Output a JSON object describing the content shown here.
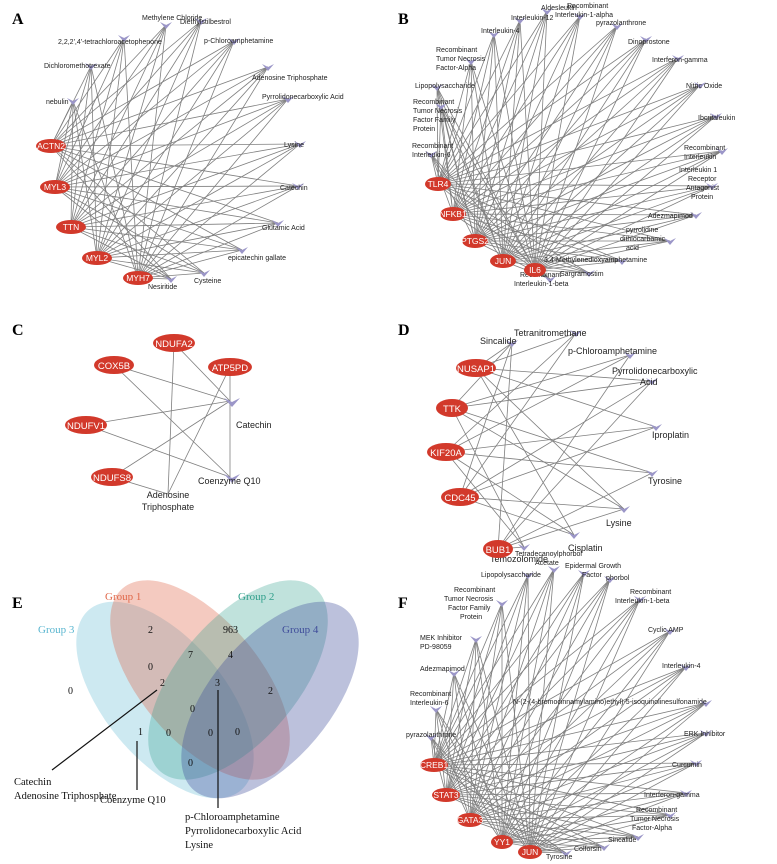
{
  "panels": {
    "A": {
      "letter": "A",
      "genes": [
        "ACTN2",
        "MYL3",
        "TTN",
        "MYL2",
        "MYH7"
      ],
      "drugs": [
        "nebulin",
        "Dichloromethotrexate",
        "2,2,2',4'-tetrachloroacetophenone",
        "Methylene Chloride",
        "Diethylstilbestrol",
        "p-Chloroamphetamine",
        "Adenosine Triphosphate",
        "Pyrrolidonecarboxylic Acid",
        "Lysine",
        "Catechin",
        "Glutamic Acid",
        "epicatechin gallate",
        "Cysteine",
        "Nesiritide"
      ]
    },
    "B": {
      "letter": "B",
      "genes": [
        "TLR4",
        "NFKB1",
        "PTGS2",
        "JUN",
        "IL6"
      ],
      "drugs": [
        "Lipopolysaccharide",
        "Recombinant Tumor Necrosis Factor Family Protein",
        "Recombinant Interleukin-6",
        "Recombinant Tumor Necrosis Factor-Alpha",
        "Interleukin-4",
        "Interleukin-12",
        "Aldesleukin",
        "Recombinant Interleukin-1-alpha",
        "pyrazolanthrone",
        "Dinoprostone",
        "Interferon-gamma",
        "Nitric Oxide",
        "Ibcritaleukin",
        "Recombinant Interleukin",
        "Interleukin 1 Receptor Antagonist Protein",
        "Adezmapimod",
        "pyrrolidine dithiocarbamic acid",
        "3,4-Methylenedioxyamphetamine",
        "Sargramostim",
        "Recombinant Interleukin-1-beta"
      ]
    },
    "C": {
      "letter": "C",
      "genes": [
        "COX5B",
        "NDUFA2",
        "ATP5PD",
        "NDUFV1",
        "NDUFS8"
      ],
      "drugs": [
        "Catechin",
        "Coenzyme Q10",
        "Adenosine Triphosphate"
      ]
    },
    "D": {
      "letter": "D",
      "genes": [
        "NUSAP1",
        "TTK",
        "KIF20A",
        "CDC45",
        "BUB1"
      ],
      "drugs": [
        "Sincalide",
        "Tetranitromethane",
        "p-Chloroamphetamine",
        "Pyrrolidonecarboxylic Acid",
        "Iproplatin",
        "Tyrosine",
        "Lysine",
        "Cisplatin",
        "Temozolomide"
      ]
    },
    "E": {
      "letter": "E",
      "groups": [
        {
          "name": "Group 1",
          "color": "#e0684a"
        },
        {
          "name": "Group 2",
          "color": "#2e9e8a"
        },
        {
          "name": "Group 3",
          "color": "#5ab6d0"
        },
        {
          "name": "Group 4",
          "color": "#3f4c9a"
        }
      ],
      "counts": [
        "2",
        "963",
        "0",
        "2",
        "0",
        "7",
        "4",
        "2",
        "3",
        "0",
        "1",
        "0",
        "0",
        "0",
        "0"
      ],
      "callouts": {
        "c1": [
          "Catechin",
          "Adenosine Triphosphate"
        ],
        "c2": [
          "Coenzyme Q10"
        ],
        "c3": [
          "p-Chloroamphetamine",
          "Pyrrolidonecarboxylic Acid",
          "Lysine"
        ]
      }
    },
    "F": {
      "letter": "F",
      "genes": [
        "CREB1",
        "STAT3",
        "GATA3",
        "YY1",
        "JUN"
      ],
      "drugs": [
        "Adezmapimod",
        "Recombinant Interleukin-6",
        "pyrazolanthrone",
        "MEK Inhibitor PD-98059",
        "Recombinant Tumor Necrosis Factor Family Protein",
        "Lipopolysaccharide",
        "Tetradecanoylphorbol Acetate",
        "Epidermal Growth Factor",
        "phorbol",
        "Recombinant Interleukin-1-beta",
        "Cyclic AMP",
        "Interleukin-4",
        "N-(2-(4-bromocinnamylamino)ethyl)-5-isoquinolinesulfonamide",
        "ERK Inhibitor",
        "Curcumin",
        "Interferon-gamma",
        "Recombinant Tumor Necrosis Factor-Alpha",
        "Sincalide",
        "Colforsin",
        "Tyrosine"
      ]
    }
  }
}
